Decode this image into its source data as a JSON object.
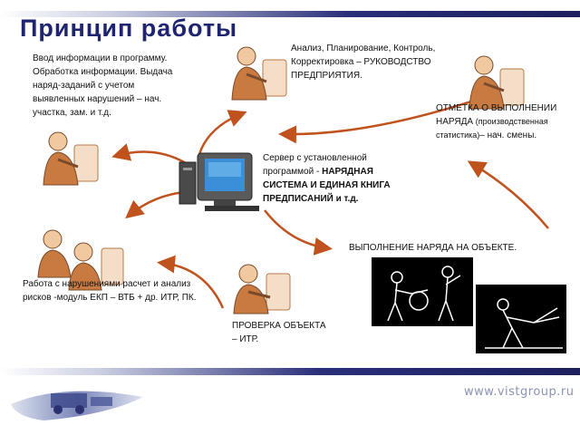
{
  "title": "Принцип работы",
  "texts": {
    "input": "Ввод информации   в программу. Обработка информации. Выдача наряд-заданий с учетом выявленных нарушений – нач. участка, зам. и т.д.",
    "management": "Анализ, Планирование,  Контроль, Корректировка –  РУКОВОДСТВО ПРЕДПРИЯТИЯ.",
    "mark_line1": "ОТМЕТКА О ВЫПОЛНЕНИИ",
    "mark_line2": "НАРЯДА",
    "mark_line2_small": "(производственная статистика)",
    "mark_line3": "– нач. смены.",
    "server_prefix": "Сервер с установленной программой -",
    "server_bold": "НАРЯДНАЯ СИСТЕМА И ЕДИНАЯ КНИГА ПРЕДПИСАНИЙ и т.д.",
    "execution": "ВЫПОЛНЕНИЕ НАРЯДА НА  ОБЪЕКТЕ.",
    "risk": "Работа с нарушениями расчет и анализ рисков -модуль ЕКП – ВТБ + др. ИТР, ПК.",
    "check": "ПРОВЕРКА ОБЪЕКТА – ИТР."
  },
  "footer": {
    "url": "www.vistgroup.ru"
  },
  "colors": {
    "title": "#1f2470",
    "arrow": "#c0521e",
    "bar": "#1d1f5e"
  }
}
